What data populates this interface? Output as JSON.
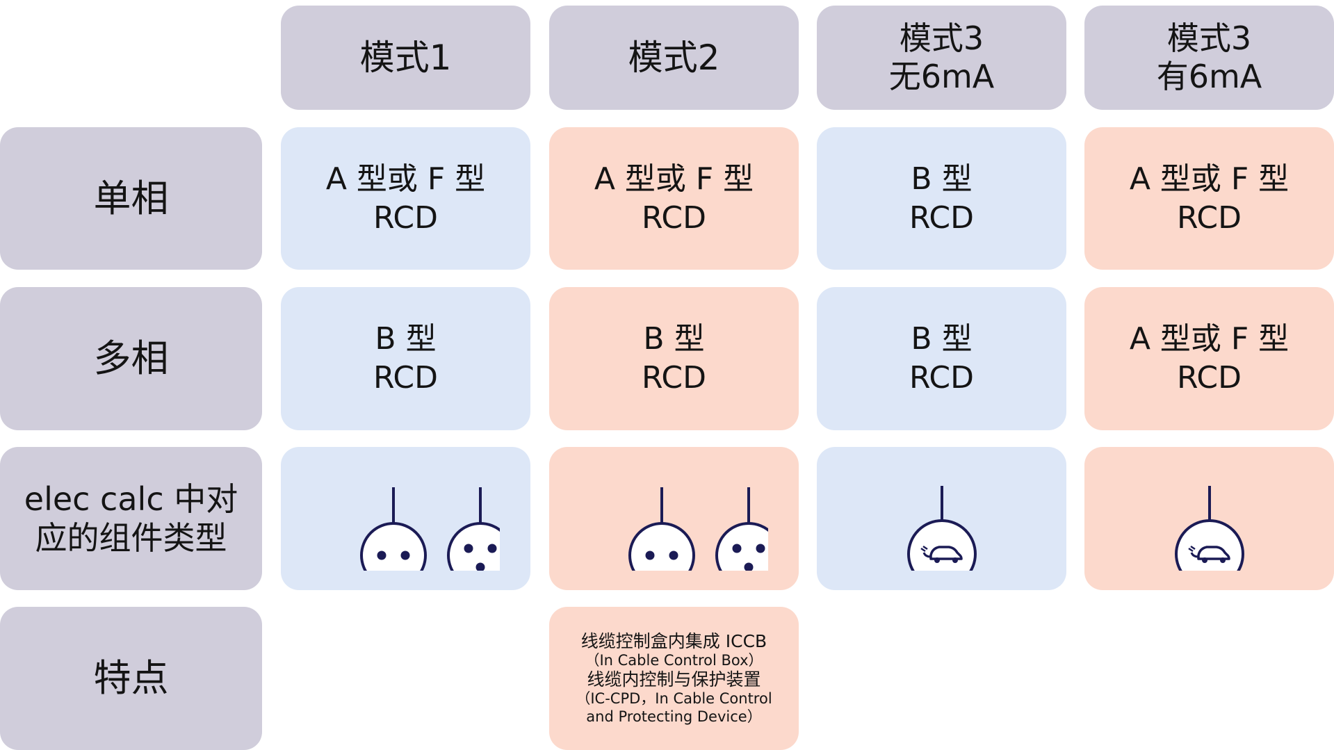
{
  "columns": {
    "mode1": {
      "line1": "模式1"
    },
    "mode2": {
      "line1": "模式2"
    },
    "mode3a": {
      "line1": "模式3",
      "line2": "无6mA"
    },
    "mode3b": {
      "line1": "模式3",
      "line2": "有6mA"
    }
  },
  "rows": {
    "single_phase": "单相",
    "multi_phase": "多相",
    "component_line1": "elec calc 中对",
    "component_line2": "应的组件类型",
    "features": "特点"
  },
  "single_phase": {
    "mode1": {
      "type": "A 型或 F 型",
      "device": "RCD"
    },
    "mode2": {
      "type": "A 型或 F 型",
      "device": "RCD"
    },
    "mode3a": {
      "type": "B 型",
      "device": "RCD"
    },
    "mode3b": {
      "type": "A 型或 F 型",
      "device": "RCD"
    }
  },
  "multi_phase": {
    "mode1": {
      "type": "B 型",
      "device": "RCD"
    },
    "mode2": {
      "type": "B 型",
      "device": "RCD"
    },
    "mode3a": {
      "type": "B 型",
      "device": "RCD"
    },
    "mode3b": {
      "type": "A 型或 F 型",
      "device": "RCD"
    }
  },
  "component_icons": {
    "mode1": [
      "socket-two-pin-icon",
      "socket-three-pin-icon"
    ],
    "mode2": [
      "socket-two-pin-icon",
      "socket-three-pin-icon"
    ],
    "mode3a": [
      "ev-charger-icon"
    ],
    "mode3b": [
      "ev-charger-icon"
    ]
  },
  "features": {
    "mode2": {
      "line1": "线缆控制盒内集成 ICCB",
      "line2": "（In Cable Control Box）",
      "line3": "线缆内控制与保护装置",
      "line4": "（IC-CPD，In Cable Control",
      "line5": "and Protecting Device）"
    }
  },
  "colors": {
    "header_gray": "#d0cddb",
    "cell_blue": "#dde7f7",
    "cell_pink": "#fcd9cc",
    "icon_navy": "#1b1b55"
  }
}
